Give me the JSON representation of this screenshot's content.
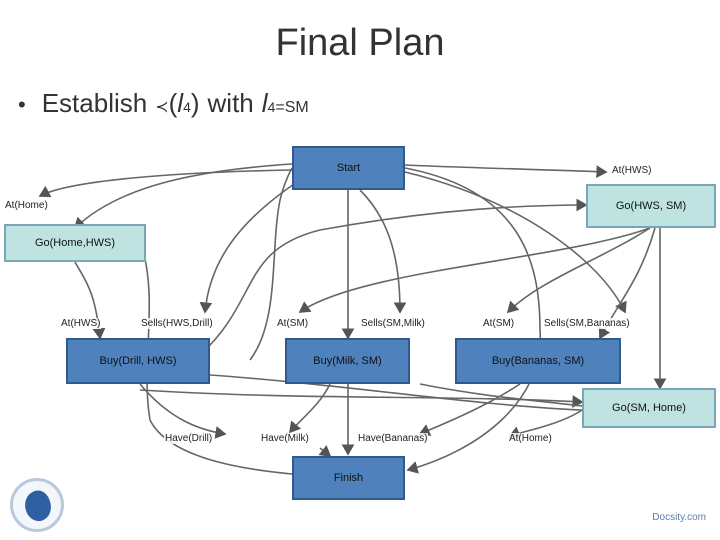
{
  "title": "Final Plan",
  "bullet": {
    "verb": "Establish",
    "mark": "≺",
    "open": "(",
    "symbol": "l",
    "sub": "4",
    "close": ")",
    "with": "with",
    "with_symbol": "l",
    "with_sub": "4",
    "with_tail": "=SM"
  },
  "nodes": {
    "start": "Start",
    "go_home": "Go(Home,HWS)",
    "go_sm": "Go(HWS, SM)",
    "buy_drill": "Buy(Drill, HWS)",
    "buy_milk": "Buy(Milk, SM)",
    "buy_bananas": "Buy(Bananas, SM)",
    "go_sm_home": "Go(SM, Home)",
    "finish": "Finish"
  },
  "edge_labels": {
    "at_home": "At(Home)",
    "at_hws_right": "At(HWS)",
    "at_hws": "At(HWS)",
    "sells_drill": "Sells(HWS,Drill)",
    "at_sm_1": "At(SM)",
    "sells_milk": "Sells(SM,Milk)",
    "at_sm_2": "At(SM)",
    "sells_bananas": "Sells(SM,Bananas)",
    "have_drill": "Have(Drill)",
    "have_milk": "Have(Milk)",
    "have_bananas": "Have(Bananas)",
    "at_home_bottom": "At(Home)"
  },
  "footer": "Docsity.com",
  "colors": {
    "dark_node": "#4f81bd",
    "light_node": "#bfe3e1",
    "edge": "#666666"
  }
}
